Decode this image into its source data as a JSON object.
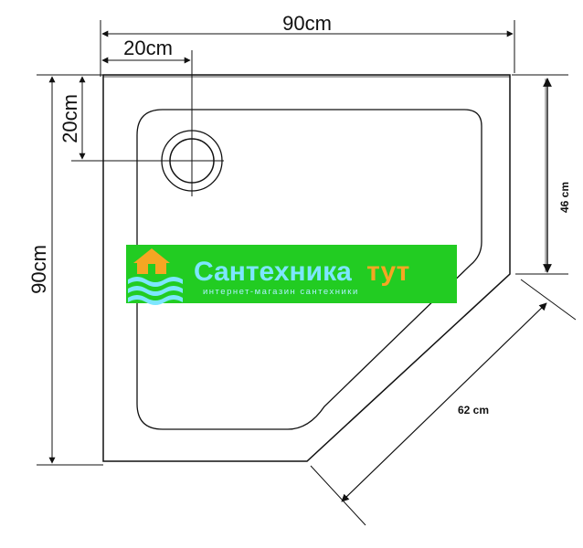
{
  "dimensions": {
    "top_width": "90cm",
    "top_drain_offset": "20cm",
    "left_height": "90cm",
    "left_drain_offset": "20cm",
    "right_short_side": "46 cm",
    "diagonal_side": "62 cm"
  },
  "watermark": {
    "brand_word_1": "Сантехника",
    "brand_word_2": "тут",
    "tagline": "интернет-магазин сантехники"
  },
  "colors": {
    "line": "#111111",
    "watermark_green": "#22cc22",
    "watermark_cyan": "#7de6ff",
    "watermark_orange": "#f5a623"
  }
}
